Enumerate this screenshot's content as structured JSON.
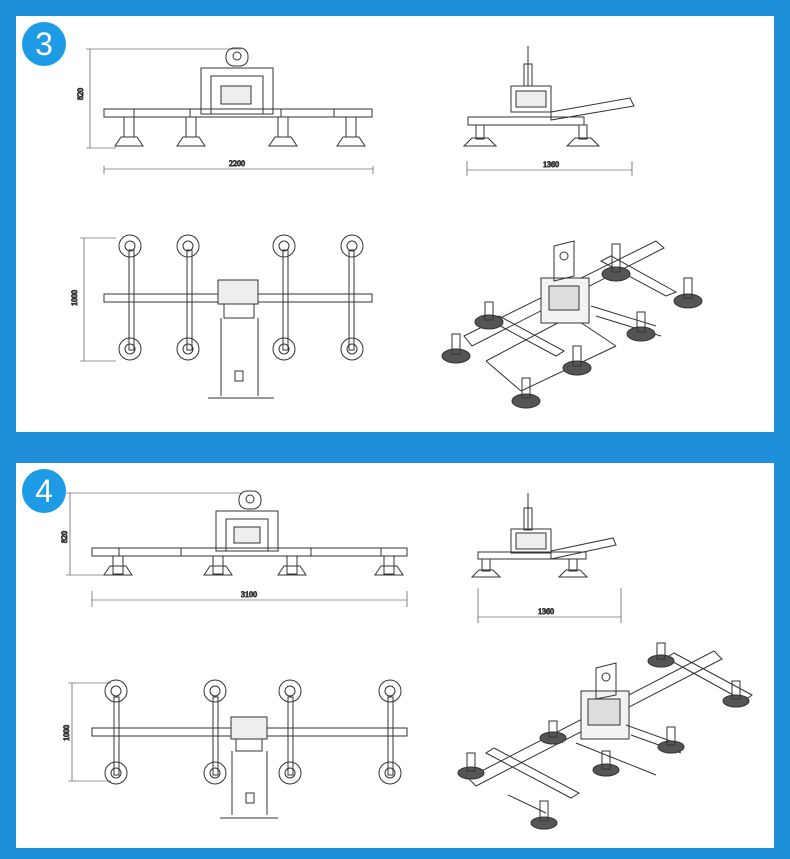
{
  "panels": [
    {
      "number": "3",
      "front_width": "2200",
      "front_height": "820",
      "side_width": "1360",
      "top_height": "1000"
    },
    {
      "number": "4",
      "front_width": "3100",
      "front_height": "820",
      "side_width": "1360",
      "top_height": "1000"
    }
  ]
}
